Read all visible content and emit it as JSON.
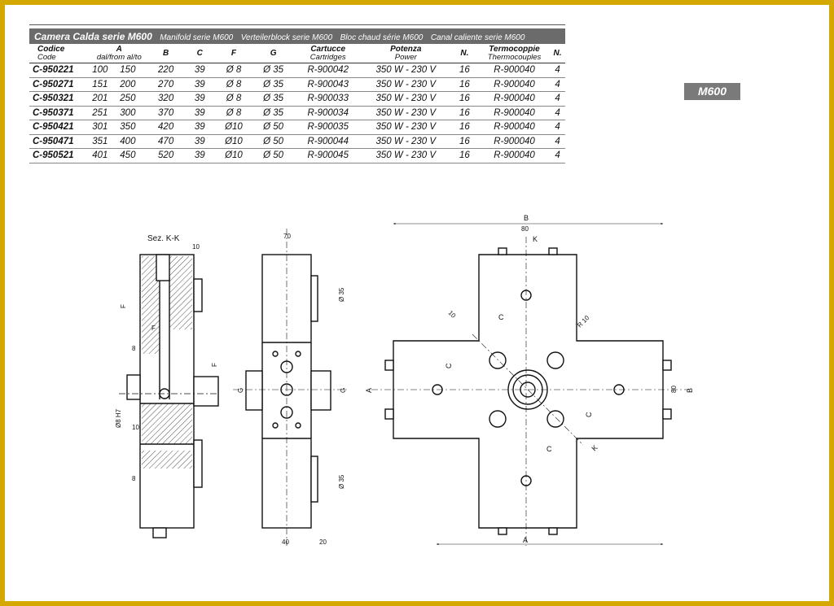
{
  "title": {
    "main": "Camera Calda serie M600",
    "subtitles": [
      "Manifold serie M600",
      "Verteilerblock serie M600",
      "Bloc chaud série M600",
      "Canal caliente serie M600"
    ]
  },
  "badge": "M600",
  "table": {
    "headers": [
      {
        "label": "Codice",
        "sub": "Code"
      },
      {
        "label": "A",
        "sub": "dal/from  al/to"
      },
      {
        "label": "B",
        "sub": ""
      },
      {
        "label": "C",
        "sub": ""
      },
      {
        "label": "F",
        "sub": ""
      },
      {
        "label": "G",
        "sub": ""
      },
      {
        "label": "Cartucce",
        "sub": "Cartridges"
      },
      {
        "label": "Potenza",
        "sub": "Power"
      },
      {
        "label": "N.",
        "sub": ""
      },
      {
        "label": "Termocoppie",
        "sub": "Thermocouples"
      },
      {
        "label": "N.",
        "sub": ""
      }
    ],
    "rows": [
      [
        "C-950221",
        "100",
        "150",
        "220",
        "39",
        "Ø 8",
        "Ø 35",
        "R-900042",
        "350 W - 230 V",
        "16",
        "R-900040",
        "4"
      ],
      [
        "C-950271",
        "151",
        "200",
        "270",
        "39",
        "Ø 8",
        "Ø 35",
        "R-900043",
        "350 W - 230 V",
        "16",
        "R-900040",
        "4"
      ],
      [
        "C-950321",
        "201",
        "250",
        "320",
        "39",
        "Ø 8",
        "Ø 35",
        "R-900033",
        "350 W - 230 V",
        "16",
        "R-900040",
        "4"
      ],
      [
        "C-950371",
        "251",
        "300",
        "370",
        "39",
        "Ø 8",
        "Ø 35",
        "R-900034",
        "350 W - 230 V",
        "16",
        "R-900040",
        "4"
      ],
      [
        "C-950421",
        "301",
        "350",
        "420",
        "39",
        "Ø10",
        "Ø 50",
        "R-900035",
        "350 W - 230 V",
        "16",
        "R-900040",
        "4"
      ],
      [
        "C-950471",
        "351",
        "400",
        "470",
        "39",
        "Ø10",
        "Ø 50",
        "R-900044",
        "350 W - 230 V",
        "16",
        "R-900040",
        "4"
      ],
      [
        "C-950521",
        "401",
        "450",
        "520",
        "39",
        "Ø10",
        "Ø 50",
        "R-900045",
        "350 W - 230 V",
        "16",
        "R-900040",
        "4"
      ]
    ]
  },
  "drawing": {
    "section_label": "Sez. K-K",
    "dims": {
      "d10": "10",
      "d8": "8",
      "d70": "70",
      "d40": "40",
      "d20": "20",
      "d80": "80",
      "dia35": "Ø 35",
      "diaH7": "Ø8 H7",
      "r10": "R 10",
      "A": "A",
      "B": "B",
      "C": "C",
      "F": "F",
      "G": "G",
      "K": "K"
    }
  },
  "colors": {
    "frame": "#d4a800",
    "title_bar": "#6b6b6b",
    "badge": "#7a7a7a"
  }
}
